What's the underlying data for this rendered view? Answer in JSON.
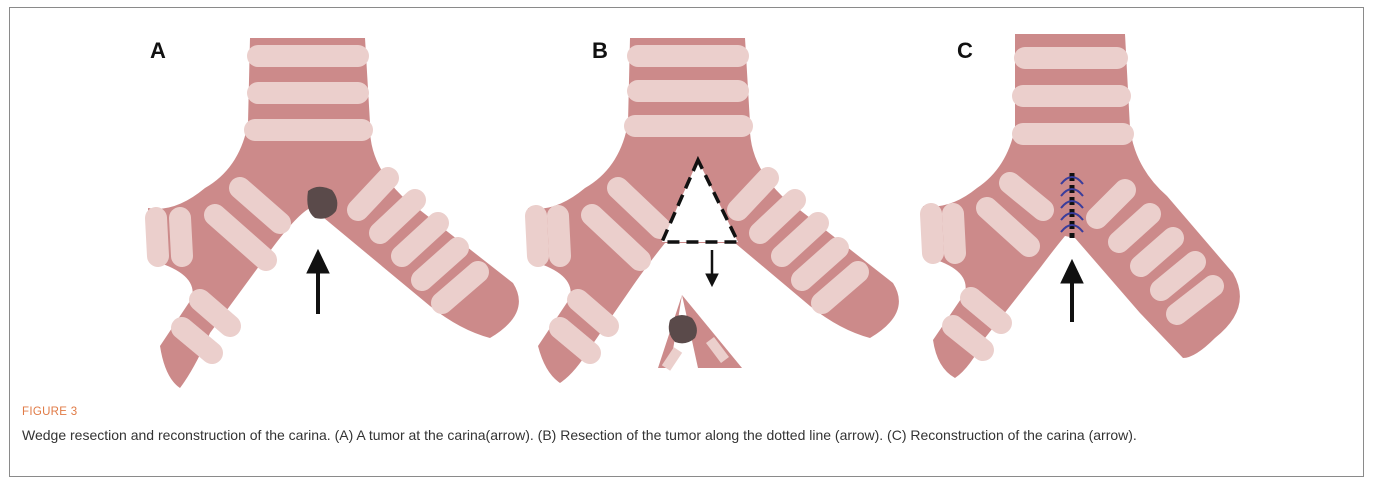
{
  "panels": [
    {
      "label": "A"
    },
    {
      "label": "B"
    },
    {
      "label": "C"
    }
  ],
  "figure_caption": {
    "title": "FIGURE 3",
    "text": "Wedge resection and reconstruction of the carina. (A) A tumor at the carina(arrow). (B) Resection of the tumor along the dotted line (arrow). (C) Reconstruction of the carina (arrow)."
  },
  "colors": {
    "airway": "#cc8a8a",
    "cartilage": "#ebcfcc",
    "tumor": "#5a4a4a",
    "suture": "#3a3d9c",
    "caption_title": "#e07a45"
  }
}
